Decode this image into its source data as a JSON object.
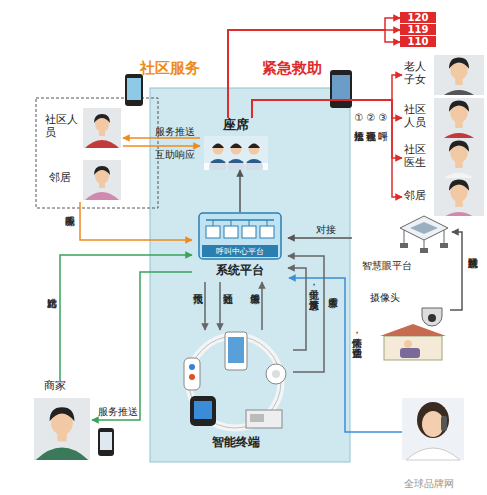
{
  "diagram": {
    "nodes": [
      {
        "text": [
          "社区人员"
        ]
      },
      {
        "text": [
          "邻居"
        ]
      },
      {
        "text": [
          "座席"
        ]
      },
      {
        "text": [
          "呼叫中心平台",
          "系统平台"
        ]
      },
      {
        "text": [
          "智能终端"
        ]
      },
      {
        "text": [
          "商家"
        ]
      },
      {
        "text": [
          "120"
        ]
      },
      {
        "text": [
          "119"
        ]
      },
      {
        "text": [
          "110"
        ]
      },
      {
        "text": [
          "老人子女"
        ]
      },
      {
        "text": [
          "社区人员"
        ]
      },
      {
        "text": [
          "社区医生"
        ]
      },
      {
        "text": [
          "邻居"
        ]
      },
      {
        "text": [
          "智慧眼平台"
        ]
      },
      {
        "text": [
          "摄像头"
        ]
      }
    ],
    "edges": [
      {
        "from": 2,
        "to": 0,
        "label": "服务推送",
        "arrow": "to"
      },
      {
        "from": 0,
        "to": 2,
        "label": "互助响应",
        "arrow": "to"
      },
      {
        "from": 1,
        "to": 3,
        "label": "服务响应",
        "arrow": "to"
      },
      {
        "from": 5,
        "to": 3,
        "label": "比对精选",
        "arrow": "to"
      },
      {
        "from": 3,
        "to": 5,
        "label": "服务推送",
        "arrow": "to"
      },
      {
        "from": 3,
        "to": 2,
        "arrow": "to"
      },
      {
        "from": 2,
        "to": 6,
        "arrow": "to"
      },
      {
        "from": 2,
        "to": 7,
        "arrow": "to"
      },
      {
        "from": 2,
        "to": 8,
        "arrow": "to"
      },
      {
        "from": 2,
        "to": 9,
        "arrow": "to"
      },
      {
        "from": 2,
        "to": 10,
        "arrow": "to"
      },
      {
        "from": 2,
        "to": 11,
        "arrow": "to"
      },
      {
        "from": 2,
        "to": 12,
        "arrow": "to"
      },
      {
        "from": 13,
        "to": 3,
        "label": "对接",
        "arrow": "to"
      },
      {
        "from": 14,
        "to": 13,
        "label": "智慧眼线路",
        "arrow": "to"
      },
      {
        "from": 3,
        "to": 4,
        "label": "天气预报",
        "arrow": "to"
      },
      {
        "from": 3,
        "to": 4,
        "label": "社区通知",
        "arrow": "to"
      },
      {
        "from": 4,
        "to": 3,
        "label": "增值服务",
        "arrow": "to"
      },
      {
        "from": 4,
        "to": 3,
        "label": "电子支付，满意度反馈",
        "arrow": "to"
      },
      {
        "from": 4,
        "to": 3,
        "label": "服务需求",
        "arrow": "to"
      }
    ],
    "labels": [
      "社区服务",
      "紧急救助",
      "①短信推送",
      "②视频语音",
      "③呼叫",
      "亲情关怀，免费通话",
      "全球品牌网"
    ]
  }
}
